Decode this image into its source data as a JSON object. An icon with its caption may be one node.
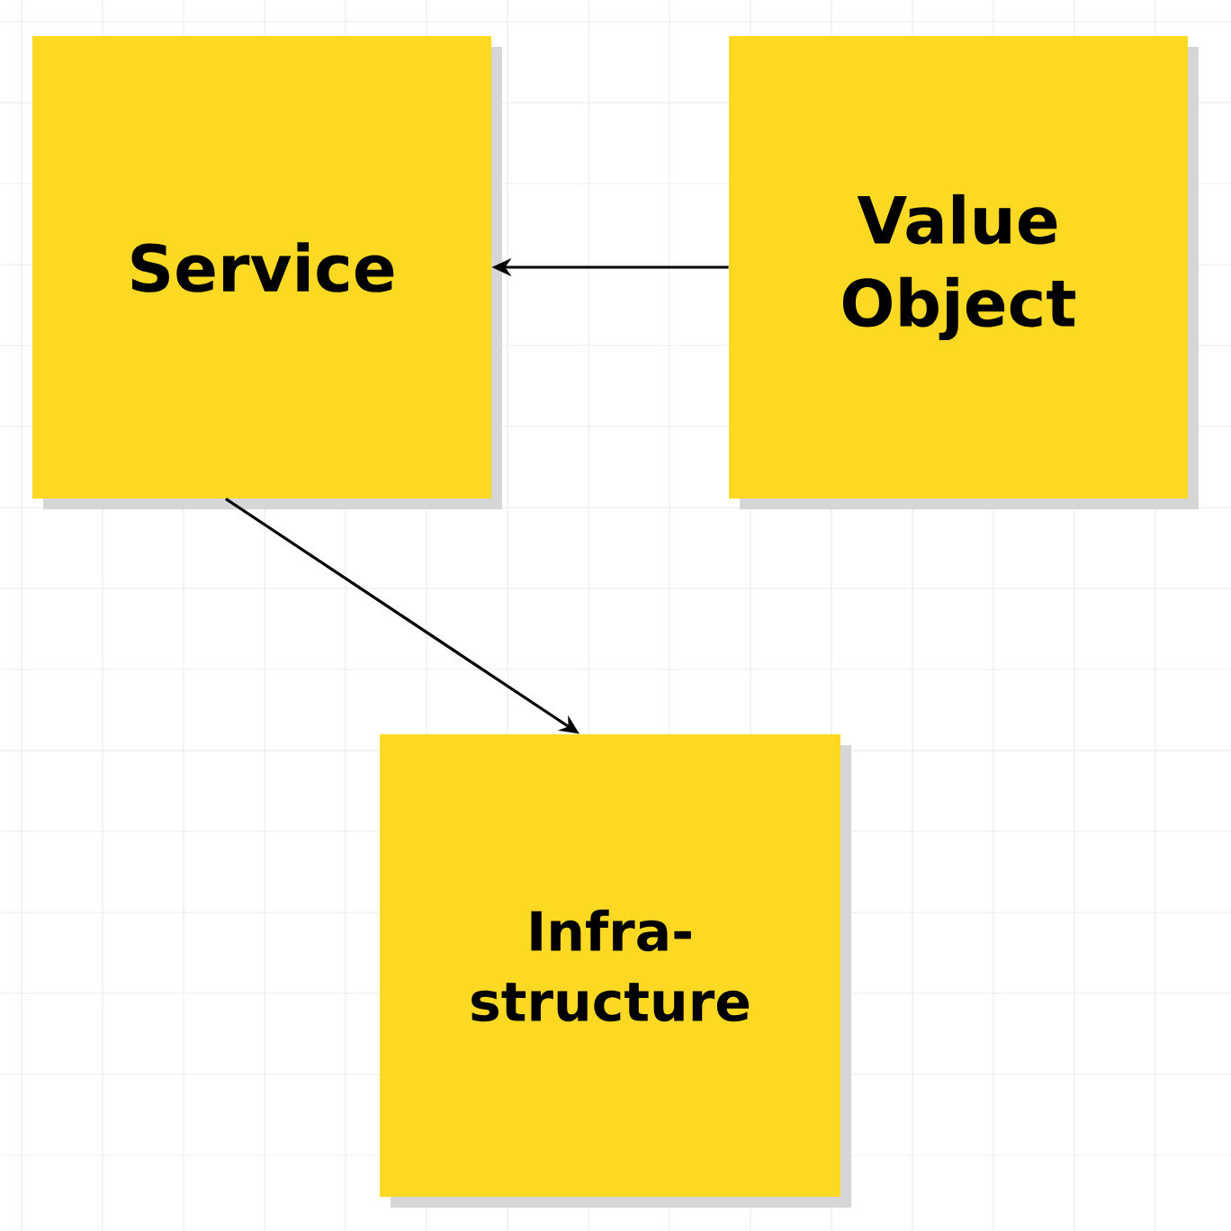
{
  "diagram": {
    "nodes": [
      {
        "text": [
          "Service"
        ]
      },
      {
        "text": [
          "Value Object"
        ]
      },
      {
        "text": [
          "Infra- structure"
        ]
      }
    ],
    "edges": [
      {
        "from": 1,
        "to": 0,
        "arrow": "to"
      },
      {
        "from": 0,
        "to": 2,
        "arrow": "to"
      }
    ]
  }
}
